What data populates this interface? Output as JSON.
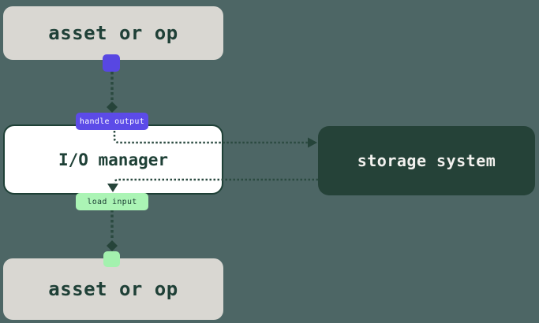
{
  "diagram": {
    "title": "io-manager-flow",
    "background_color": "#4d6665",
    "nodes": {
      "asset_top": {
        "label": "asset or op",
        "bg": "#d9d7d2",
        "text_color": "#1f4037"
      },
      "io_manager": {
        "label": "I/O manager",
        "bg": "#ffffff",
        "border_color": "#1e4036",
        "text_color": "#1e4036"
      },
      "storage": {
        "label": "storage system",
        "bg": "#254238",
        "text_color": "#f2f1ee"
      },
      "asset_bottom": {
        "label": "asset or op",
        "bg": "#d9d7d2",
        "text_color": "#1f4037"
      }
    },
    "edges": {
      "handle_output": {
        "label": "handle output",
        "bg": "#5c4be8",
        "text_color": "#ffffff"
      },
      "load_input": {
        "label": "load input",
        "bg": "#abf4b5",
        "text_color": "#1e4036"
      }
    },
    "ports": {
      "output_square_color": "#5847e2",
      "input_square_color": "#a3f1ae"
    },
    "connector_color": "#2b4a40"
  }
}
